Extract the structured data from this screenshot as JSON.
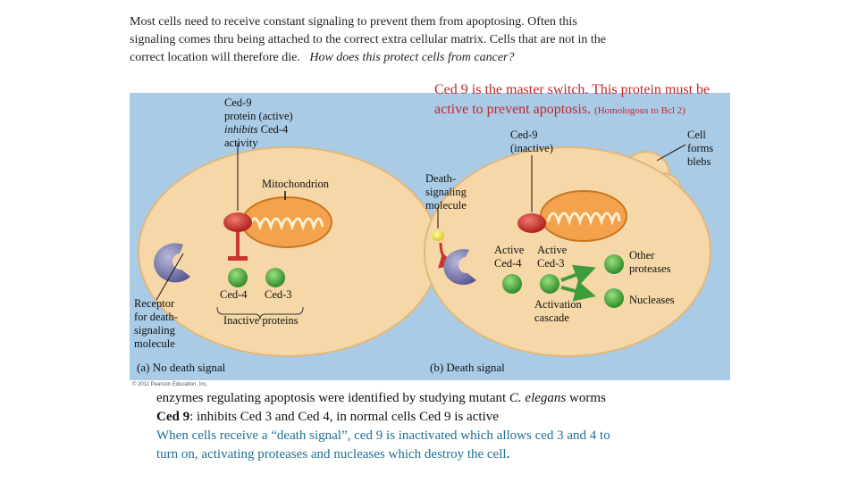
{
  "intro": {
    "line1": "Most cells need to receive constant signaling to prevent them from apoptosing.  Often this",
    "line2": "signaling comes thru being attached to the correct extra cellular matrix. Cells that are not in the",
    "line3": "correct location will therefore die.",
    "question": "How does this protect cells from cancer?"
  },
  "callout": {
    "line1": "Ced 9 is the master switch. This protein must be",
    "line2": "active to prevent apoptosis.",
    "note": "(Homologous to Bcl 2)"
  },
  "figure": {
    "panel_a": {
      "ced9_l1": "Ced-9",
      "ced9_l2": "protein (active)",
      "ced9_l3a": "inhibits",
      "ced9_l3b": " Ced-4",
      "ced9_l4": "activity",
      "mito": "Mitochondrion",
      "receptor_l1": "Receptor",
      "receptor_l2": "for death-",
      "receptor_l3": "signaling",
      "receptor_l4": "molecule",
      "ced4": "Ced-4",
      "ced3": "Ced-3",
      "inactive": "Inactive proteins",
      "caption": "(a) No death signal"
    },
    "panel_b": {
      "ced9_l1": "Ced-9",
      "ced9_l2": "(inactive)",
      "blebs_l1": "Cell",
      "blebs_l2": "forms",
      "blebs_l3": "blebs",
      "death_l1": "Death-",
      "death_l2": "signaling",
      "death_l3": "molecule",
      "active1": "Active",
      "active2": "Active",
      "ced4": "Ced-4",
      "ced3": "Ced-3",
      "other_l1": "Other",
      "other_l2": "proteases",
      "nucleases": "Nucleases",
      "cascade_l1": "Activation",
      "cascade_l2": "cascade",
      "caption": "(b) Death signal"
    },
    "copyright": "© 2011 Pearson Education, Inc.",
    "colors": {
      "background": "#a9cbe6",
      "cell": "#f6d7a8",
      "cell_edge": "#e2b77a",
      "ced9": "#cc2a27",
      "ced_green": "#4caa3e",
      "receptor": "#7f7fb2",
      "arrow_green": "#3f9c3a"
    }
  },
  "summary": {
    "line1a": "enzymes regulating apoptosis were identified by studying mutant ",
    "line1b": "C. elegans",
    "line1c": " worms",
    "line2a": "Ced 9",
    "line2b": ": inhibits Ced 3  and Ced 4, in normal cells Ced 9 is active",
    "line3": "When cells receive a “death signal”, ced 9 is inactivated which allows ced 3  and 4 to",
    "line4a": "turn on, activating proteases and nucleases which destroy the cell",
    "line4b": "."
  }
}
